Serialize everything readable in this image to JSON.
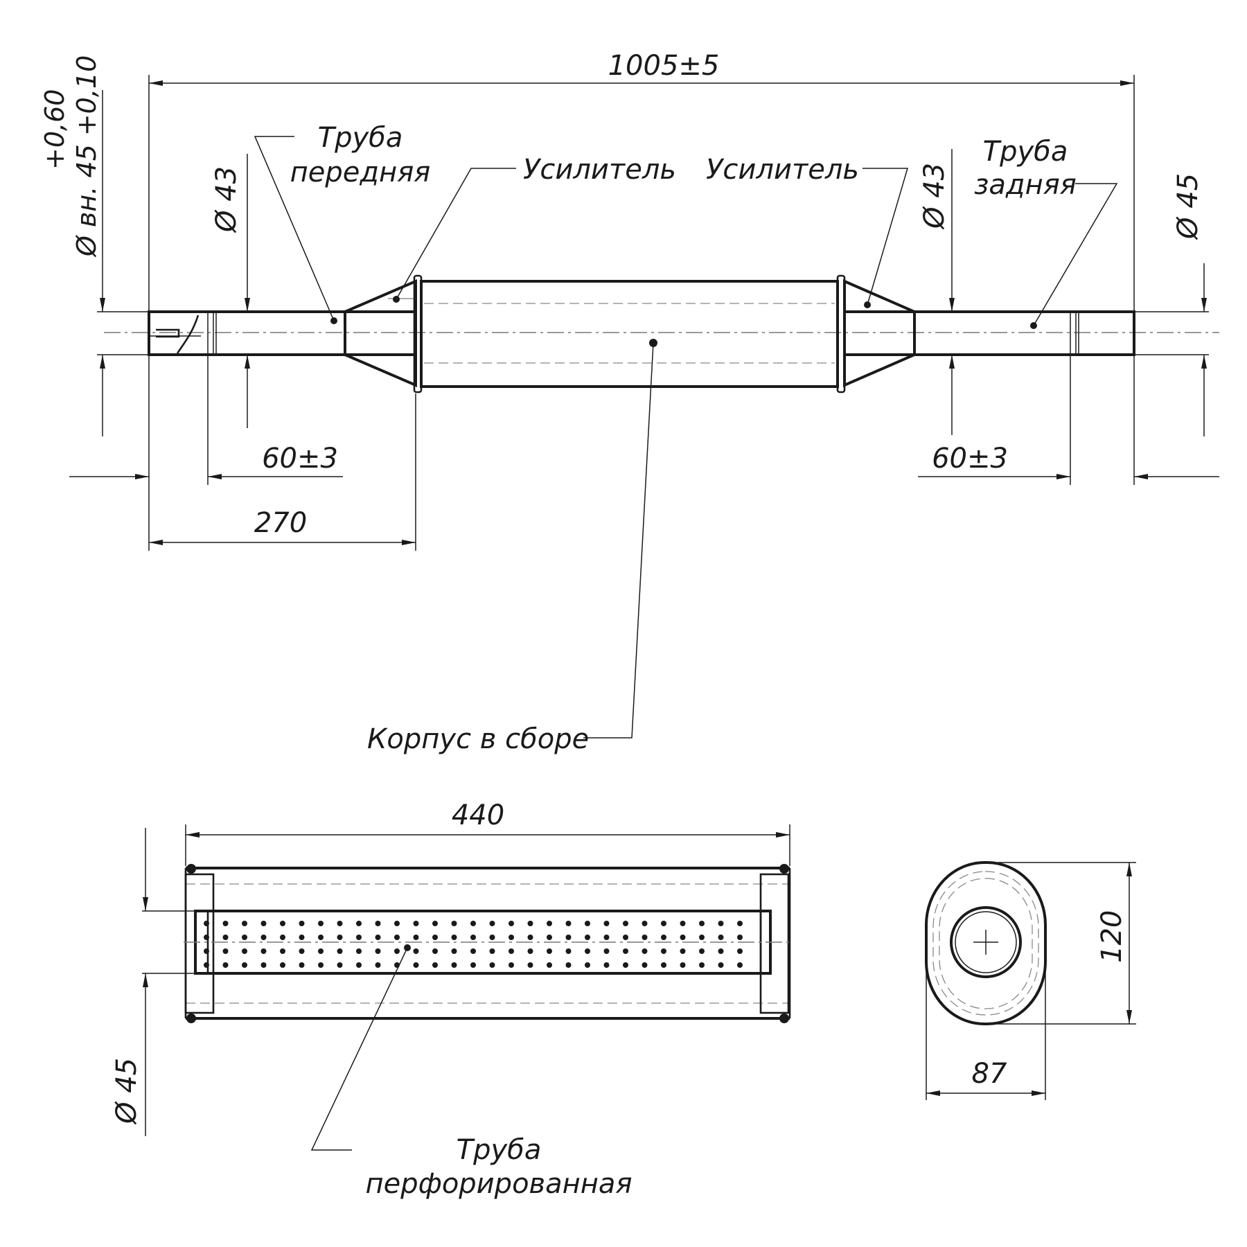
{
  "top_view": {
    "overall_length": "1005±5",
    "inner_diameter": "Ø вн. 45 +0,10",
    "inner_diameter_tol": "+0,60",
    "front_pipe_diameter": "Ø 43",
    "rear_pipe_diameter_43": "Ø 43",
    "outlet_diameter": "Ø 45",
    "front_overlap": "60±3",
    "rear_overlap": "60±3",
    "front_length": "270"
  },
  "labels": {
    "front_pipe_line1": "Труба",
    "front_pipe_line2": "передняя",
    "reinforcer_left": "Усилитель",
    "reinforcer_right": "Усилитель",
    "rear_pipe_line1": "Труба",
    "rear_pipe_line2": "задняя",
    "body_assembly": "Корпус в сборе",
    "perf_pipe_line1": "Труба",
    "perf_pipe_line2": "перфорированная"
  },
  "section_view": {
    "length": "440",
    "pipe_diameter": "Ø 45"
  },
  "end_view": {
    "height": "120",
    "width": "87"
  }
}
